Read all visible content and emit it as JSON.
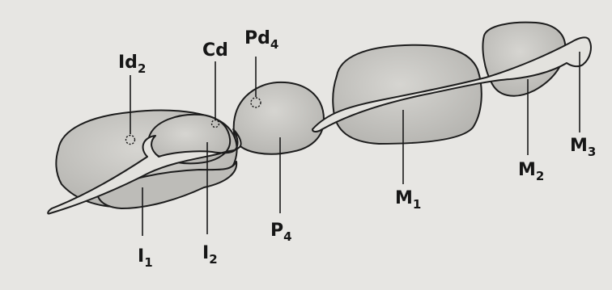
{
  "labels": {
    "id2": {
      "base": "Id",
      "sub": "2"
    },
    "cd": {
      "base": "Cd",
      "sub": ""
    },
    "pd4": {
      "base": "Pd",
      "sub": "4"
    },
    "i1": {
      "base": "I",
      "sub": "1"
    },
    "i2": {
      "base": "I",
      "sub": "2"
    },
    "p4": {
      "base": "P",
      "sub": "4"
    },
    "m1": {
      "base": "M",
      "sub": "1"
    },
    "m2": {
      "base": "M",
      "sub": "2"
    },
    "m3": {
      "base": "M",
      "sub": "3"
    }
  },
  "colors": {
    "background": "#e7e6e3",
    "tooth_fill": "#c9c8c4",
    "tooth_shadow": "#a9a8a4",
    "ridge_fill": "#e2e1dd",
    "ink": "#1a1a1a"
  }
}
